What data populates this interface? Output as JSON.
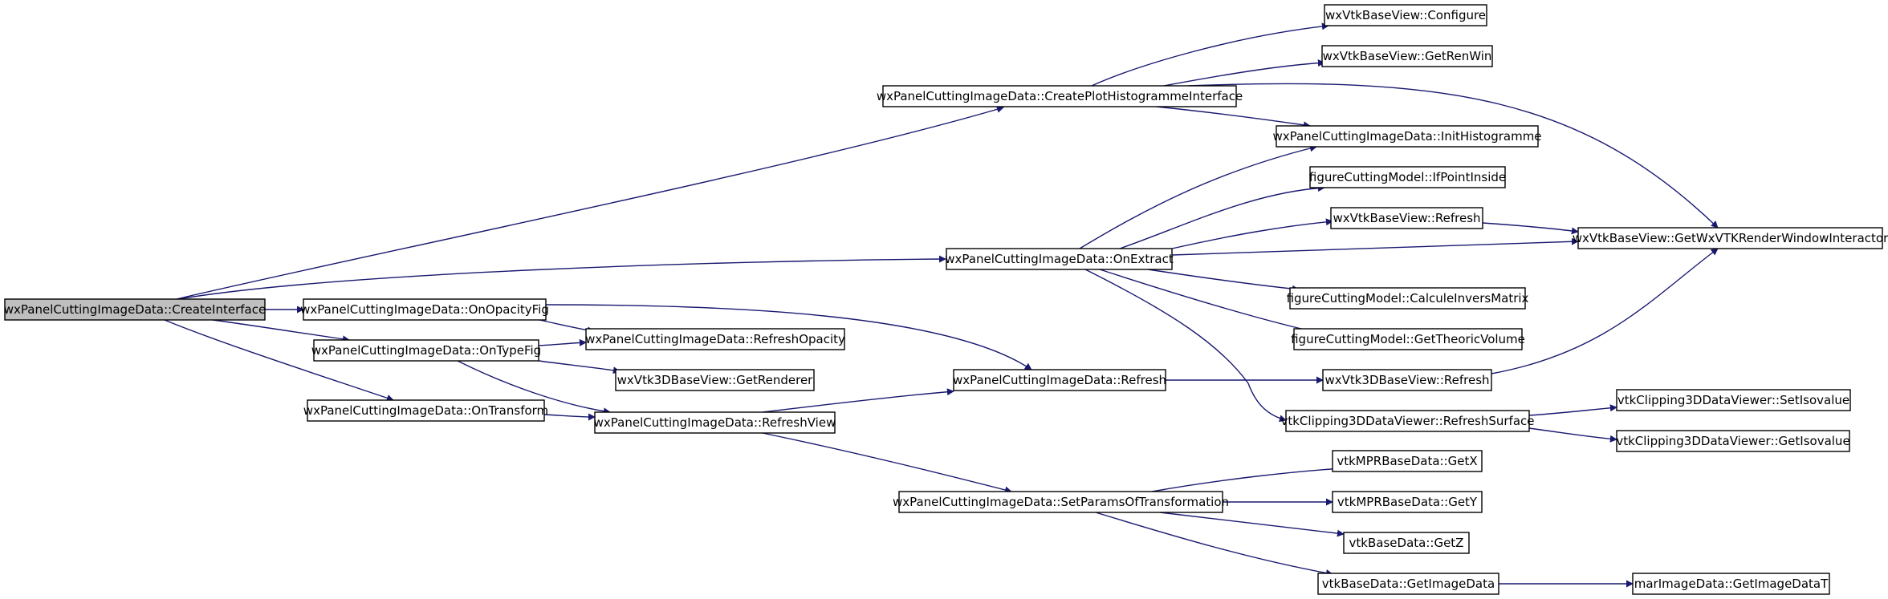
{
  "colors": {
    "edge": "#191970",
    "root_fill": "#bfbfbf",
    "node_fill": "#ffffff",
    "node_stroke": "#000000"
  },
  "nodes": [
    {
      "id": "n0",
      "label": "wxPanelCuttingImageData::CreateInterface",
      "root": true
    },
    {
      "id": "n1",
      "label": "wxPanelCuttingImageData::CreatePlotHistogrammeInterface"
    },
    {
      "id": "n2",
      "label": "wxPanelCuttingImageData::OnExtract"
    },
    {
      "id": "n3",
      "label": "wxPanelCuttingImageData::OnOpacityFig"
    },
    {
      "id": "n4",
      "label": "wxPanelCuttingImageData::OnTypeFig"
    },
    {
      "id": "n5",
      "label": "wxPanelCuttingImageData::OnTransform"
    },
    {
      "id": "n6",
      "label": "wxVtkBaseView::Configure"
    },
    {
      "id": "n7",
      "label": "wxVtkBaseView::GetRenWin"
    },
    {
      "id": "n8",
      "label": "wxPanelCuttingImageData::InitHistogramme"
    },
    {
      "id": "n9",
      "label": "wxVtkBaseView::GetWxVTKRenderWindowInteractor"
    },
    {
      "id": "n10",
      "label": "figureCuttingModel::IfPointInside"
    },
    {
      "id": "n11",
      "label": "wxVtkBaseView::Refresh"
    },
    {
      "id": "n12",
      "label": "figureCuttingModel::CalculeInversMatrix"
    },
    {
      "id": "n13",
      "label": "figureCuttingModel::GetTheoricVolume"
    },
    {
      "id": "n14",
      "label": "vtkClipping3DDataViewer::RefreshSurface"
    },
    {
      "id": "n15",
      "label": "wxPanelCuttingImageData::RefreshOpacity"
    },
    {
      "id": "n16",
      "label": "wxPanelCuttingImageData::Refresh"
    },
    {
      "id": "n17",
      "label": "wxVtk3DBaseView::GetRenderer"
    },
    {
      "id": "n18",
      "label": "wxPanelCuttingImageData::RefreshView"
    },
    {
      "id": "n19",
      "label": "wxVtk3DBaseView::Refresh"
    },
    {
      "id": "n20",
      "label": "wxPanelCuttingImageData::SetParamsOfTransformation"
    },
    {
      "id": "n21",
      "label": "vtkClipping3DDataViewer::SetIsovalue"
    },
    {
      "id": "n22",
      "label": "vtkClipping3DDataViewer::GetIsovalue"
    },
    {
      "id": "n23",
      "label": "vtkMPRBaseData::GetX"
    },
    {
      "id": "n24",
      "label": "vtkMPRBaseData::GetY"
    },
    {
      "id": "n25",
      "label": "vtkBaseData::GetZ"
    },
    {
      "id": "n26",
      "label": "vtkBaseData::GetImageData"
    },
    {
      "id": "n27",
      "label": "marImageData::GetImageDataT"
    }
  ],
  "edges": [
    {
      "from": "n0",
      "to": "n1"
    },
    {
      "from": "n0",
      "to": "n2"
    },
    {
      "from": "n0",
      "to": "n3"
    },
    {
      "from": "n0",
      "to": "n4"
    },
    {
      "from": "n0",
      "to": "n5"
    },
    {
      "from": "n1",
      "to": "n6"
    },
    {
      "from": "n1",
      "to": "n7"
    },
    {
      "from": "n1",
      "to": "n8"
    },
    {
      "from": "n1",
      "to": "n9"
    },
    {
      "from": "n2",
      "to": "n8"
    },
    {
      "from": "n2",
      "to": "n10"
    },
    {
      "from": "n2",
      "to": "n11"
    },
    {
      "from": "n2",
      "to": "n9"
    },
    {
      "from": "n2",
      "to": "n12"
    },
    {
      "from": "n2",
      "to": "n13"
    },
    {
      "from": "n2",
      "to": "n14"
    },
    {
      "from": "n11",
      "to": "n9"
    },
    {
      "from": "n3",
      "to": "n15"
    },
    {
      "from": "n3",
      "to": "n16"
    },
    {
      "from": "n4",
      "to": "n15"
    },
    {
      "from": "n4",
      "to": "n17"
    },
    {
      "from": "n4",
      "to": "n18"
    },
    {
      "from": "n5",
      "to": "n18"
    },
    {
      "from": "n16",
      "to": "n19"
    },
    {
      "from": "n19",
      "to": "n9"
    },
    {
      "from": "n18",
      "to": "n16"
    },
    {
      "from": "n18",
      "to": "n20"
    },
    {
      "from": "n14",
      "to": "n21"
    },
    {
      "from": "n14",
      "to": "n22"
    },
    {
      "from": "n20",
      "to": "n23"
    },
    {
      "from": "n20",
      "to": "n24"
    },
    {
      "from": "n20",
      "to": "n25"
    },
    {
      "from": "n20",
      "to": "n26"
    },
    {
      "from": "n26",
      "to": "n27"
    }
  ]
}
